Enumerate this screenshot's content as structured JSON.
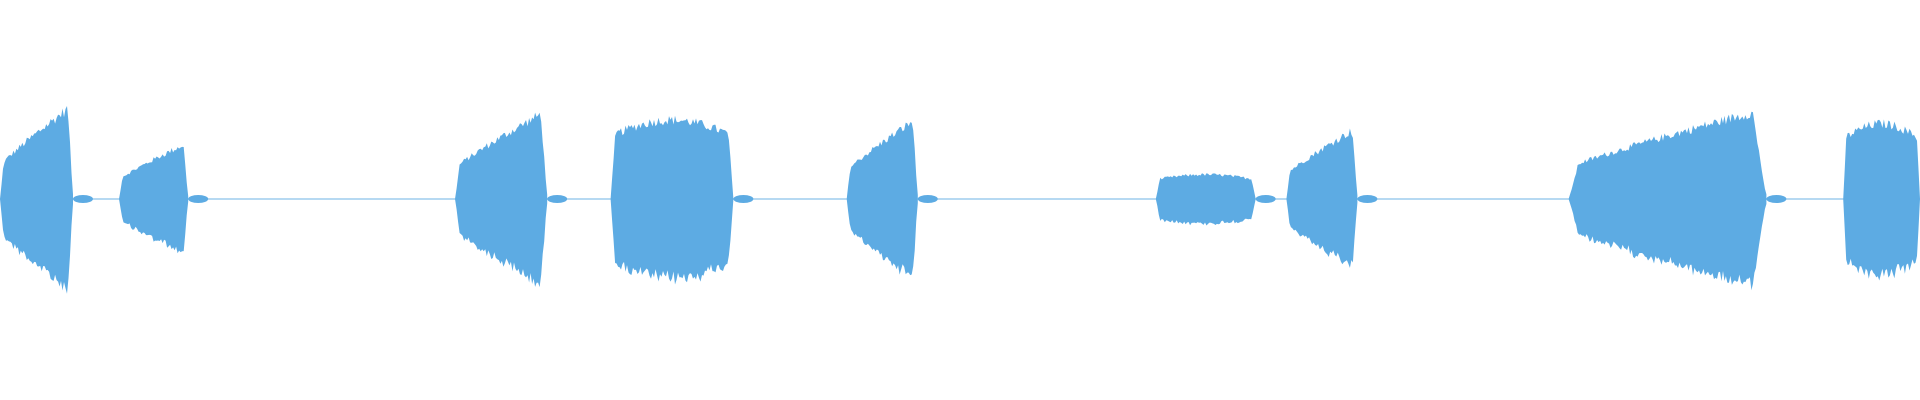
{
  "waveform": {
    "color": "#5dabe3",
    "background": "#ffffff",
    "segments": [
      {
        "start": 0.0,
        "end": 0.038,
        "peak": 0.5,
        "shape": "rise"
      },
      {
        "start": 0.062,
        "end": 0.098,
        "peak": 0.3,
        "shape": "rise"
      },
      {
        "start": 0.237,
        "end": 0.285,
        "peak": 0.47,
        "shape": "rise"
      },
      {
        "start": 0.318,
        "end": 0.382,
        "peak": 0.42,
        "shape": "flat"
      },
      {
        "start": 0.441,
        "end": 0.478,
        "peak": 0.43,
        "shape": "rise"
      },
      {
        "start": 0.602,
        "end": 0.654,
        "peak": 0.13,
        "shape": "flat"
      },
      {
        "start": 0.67,
        "end": 0.707,
        "peak": 0.38,
        "shape": "rise"
      },
      {
        "start": 0.817,
        "end": 0.92,
        "peak": 0.48,
        "shape": "rise"
      },
      {
        "start": 0.96,
        "end": 1.0,
        "peak": 0.4,
        "shape": "flat"
      }
    ]
  }
}
